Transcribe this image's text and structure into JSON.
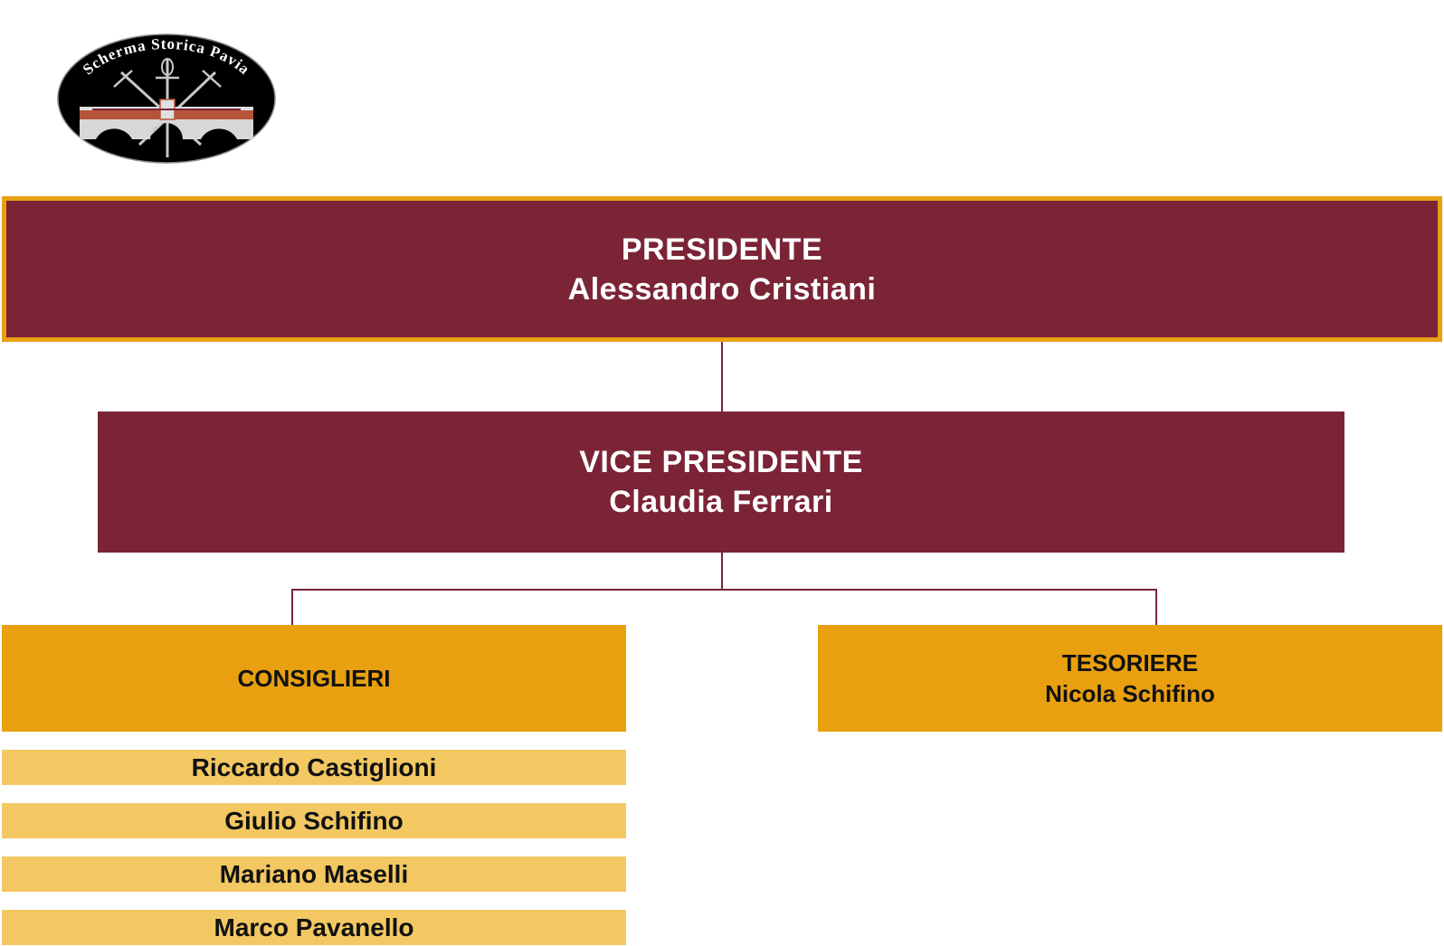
{
  "logo": {
    "text_top": "Scherma Storica Pavia",
    "icon": "crossed-swords-bridge-emblem"
  },
  "president": {
    "title": "PRESIDENTE",
    "name": "Alessandro Cristiani"
  },
  "vice_president": {
    "title": "VICE PRESIDENTE",
    "name": "Claudia Ferrari"
  },
  "consiglieri": {
    "title": "CONSIGLIERI",
    "members": [
      "Riccardo Castiglioni",
      "Giulio Schifino",
      "Mariano Maselli",
      "Marco Pavanello"
    ]
  },
  "tesoriere": {
    "title": "TESORIERE",
    "name": "Nicola Schifino"
  },
  "colors": {
    "maroon": "#7b2436",
    "gold": "#e8a010",
    "light_gold": "#f3c862"
  }
}
